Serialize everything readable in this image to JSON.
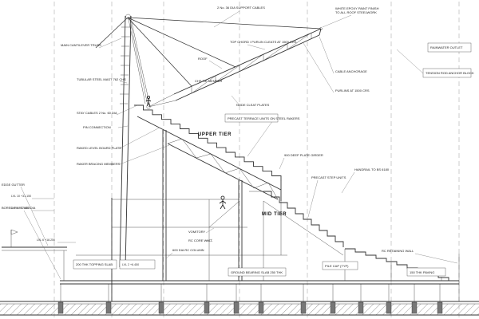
{
  "colors": {
    "line": "#333333",
    "grid": "#999999",
    "hatch": "#999999",
    "paper": "#ffffff"
  },
  "annotations": {
    "support_cable": "2 No. 36 DIA SUPPORT CABLES",
    "paint1": "WHITE EPOXY PAINT FINISH",
    "paint2": "TO ALL ROOF STEELWORK",
    "top_chord": "TOP CHORD / PURLIN CLEATS AT 1500 CRS",
    "roof": "ROOF",
    "cantilever": "MAIN CANTILEVER TRUSS",
    "mast": "TUBULAR STEEL MAST 762 CHS",
    "stays": "STAY CABLES 2 No. 60 DIA",
    "pin": "PIN CONNECTION",
    "board_plate": "RAKED LEVEL BOARD PLATE",
    "bracing": "RAKER BRACING MEMBERS",
    "tie": "CHS TIE MEMBER",
    "node": "NODE CLEAT PLATES",
    "lvl10": "LVL 10  +31.150",
    "lvl9": "LVL 9  +27.400",
    "lvl6": "LVL 6  +18.250",
    "lvl2": "LVL 2  +6.450",
    "topping": "200 THK TOPPING SLAB",
    "col600": "600 DIA RC COLUMN",
    "vomitory": "VOMITORY",
    "core": "RC CORE WALL",
    "upper_tier": "UPPER TIER",
    "mid_tier": "MID TIER",
    "precast": "PRECAST TERRACE UNITS ON STEEL RAKERS",
    "girder": "900 DEEP PLATE GIRDER",
    "steps": "PRECAST STEP UNITS",
    "handrail": "HANDRAIL TO BS 6180",
    "anchorage": "CABLE ANCHORAGE",
    "purlins": "PURLINS AT 1500 CRS",
    "rod": "TENSION ROD ANCHOR BLOCK",
    "wall": "RC RETAINING WALL",
    "slab": "GROUND BEARING SLAB 250 THK",
    "pilecap": "PILE CAP (TYP)",
    "paving": "150 THK PAVING",
    "outlet": "RAINWATER OUTLET",
    "gutter": "EDGE GUTTER",
    "piles": "BORED PILES 600 DIA"
  }
}
